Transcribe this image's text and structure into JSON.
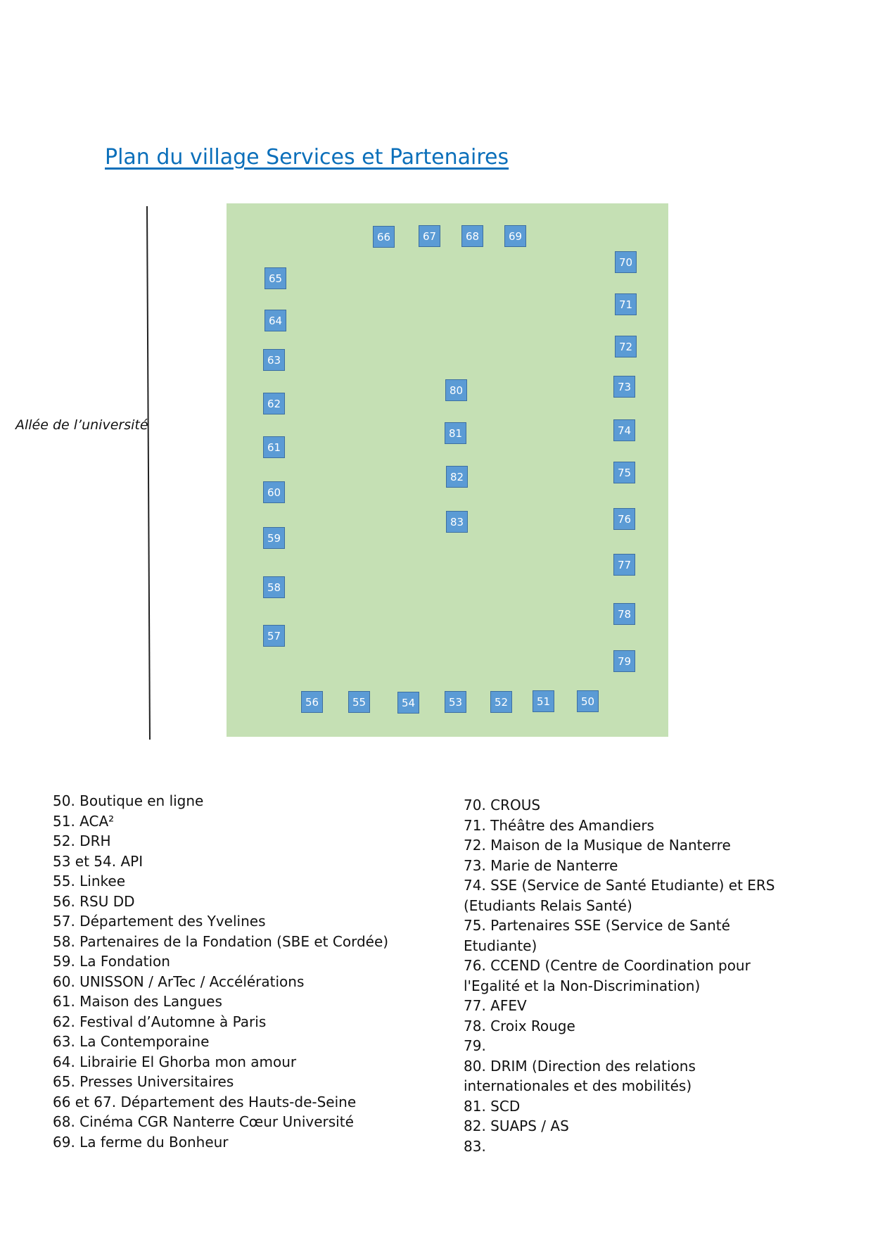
{
  "title": "Plan du village Services et Partenaires",
  "road_label": "Allée de l’université",
  "booths": [
    {
      "id": "50"
    },
    {
      "id": "51"
    },
    {
      "id": "52"
    },
    {
      "id": "53"
    },
    {
      "id": "54"
    },
    {
      "id": "55"
    },
    {
      "id": "56"
    },
    {
      "id": "57"
    },
    {
      "id": "58"
    },
    {
      "id": "59"
    },
    {
      "id": "60"
    },
    {
      "id": "61"
    },
    {
      "id": "62"
    },
    {
      "id": "63"
    },
    {
      "id": "64"
    },
    {
      "id": "65"
    },
    {
      "id": "66"
    },
    {
      "id": "67"
    },
    {
      "id": "68"
    },
    {
      "id": "69"
    },
    {
      "id": "70"
    },
    {
      "id": "71"
    },
    {
      "id": "72"
    },
    {
      "id": "73"
    },
    {
      "id": "74"
    },
    {
      "id": "75"
    },
    {
      "id": "76"
    },
    {
      "id": "77"
    },
    {
      "id": "78"
    },
    {
      "id": "79"
    },
    {
      "id": "80"
    },
    {
      "id": "81"
    },
    {
      "id": "82"
    },
    {
      "id": "83"
    }
  ],
  "legend_left": [
    "50. Boutique en ligne",
    "51. ACA²",
    "52. DRH",
    "53 et 54. API",
    "55. Linkee",
    "56. RSU DD",
    "57. Département des Yvelines",
    "58. Partenaires de la Fondation (SBE et Cordée)",
    "59. La Fondation",
    "60. UNISSON / ArTec / Accélérations",
    "61. Maison des Langues",
    "62. Festival d’Automne à Paris",
    "63. La Contemporaine",
    "64. Librairie El Ghorba mon amour",
    "65. Presses Universitaires",
    "66 et 67. Département des Hauts-de-Seine",
    "68. Cinéma CGR Nanterre Cœur Université",
    "69. La ferme du Bonheur"
  ],
  "legend_right": [
    "70. CROUS",
    "71. Théâtre des Amandiers",
    "72. Maison de la Musique de Nanterre",
    "73. Marie de Nanterre",
    "74. SSE (Service de Santé Etudiante) et ERS (Etudiants Relais Santé)",
    "75. Partenaires SSE (Service de Santé Etudiante)",
    "76. CCEND (Centre de Coordination pour l'Egalité et la Non-Discrimination)",
    "77. AFEV",
    "78. Croix Rouge",
    "79.",
    "80. DRIM (Direction des relations internationales et des mobilités)",
    "81. SCD",
    "82. SUAPS / AS",
    "83."
  ]
}
